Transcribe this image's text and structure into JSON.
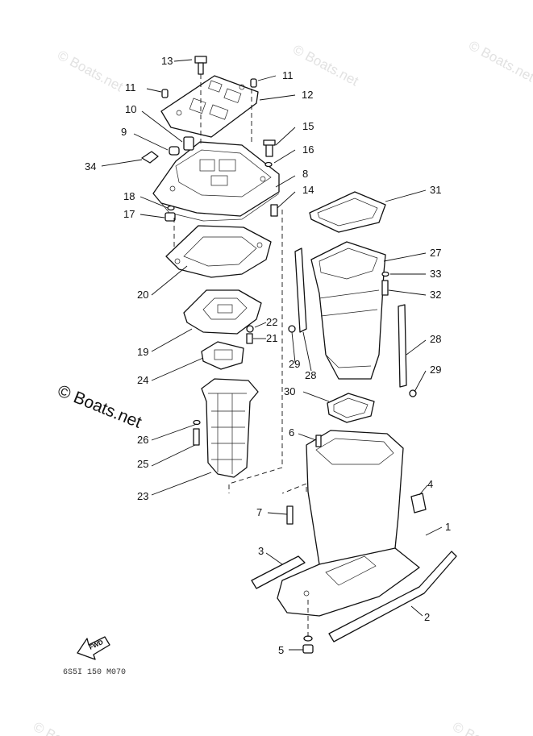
{
  "watermark": "© Boats.net",
  "watermark_main": "© Boats.net",
  "fwd_label": "FWD",
  "diagram_code": "6S5I 150 M070",
  "part_numbers": [
    "13",
    "11",
    "11",
    "12",
    "10",
    "9",
    "34",
    "15",
    "16",
    "8",
    "14",
    "31",
    "18",
    "17",
    "27",
    "33",
    "32",
    "20",
    "22",
    "21",
    "19",
    "28",
    "29",
    "28",
    "24",
    "29",
    "30",
    "26",
    "6",
    "25",
    "23",
    "4",
    "7",
    "1",
    "3",
    "2",
    "5"
  ],
  "icons": [
    "fwd-arrow-icon"
  ]
}
